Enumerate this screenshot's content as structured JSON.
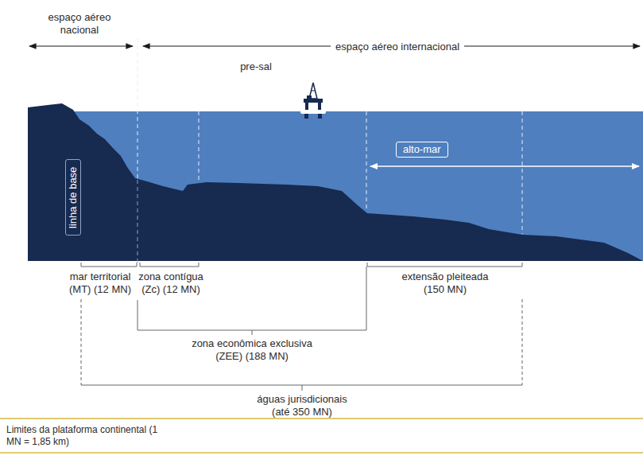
{
  "diagram": {
    "caption": "Limites da plataforma continental (1 MN = 1,85 km)",
    "nodes": [
      {
        "text": [
          "linha de base"
        ]
      },
      {
        "text": [
          "alto-mar"
        ]
      }
    ],
    "labels": [
      "espaço aéreo nacional",
      "espaço aéreo internacional",
      "pre-sal",
      "mar territorial (MT) (12 MN)",
      "zona contígua (Zc) (12 MN)",
      "extensão pleiteada (150 MN)",
      "zona econômica exclusiva (ZEE) (188 MN)",
      "águas jurisdicionais (até 350 MN)"
    ]
  }
}
